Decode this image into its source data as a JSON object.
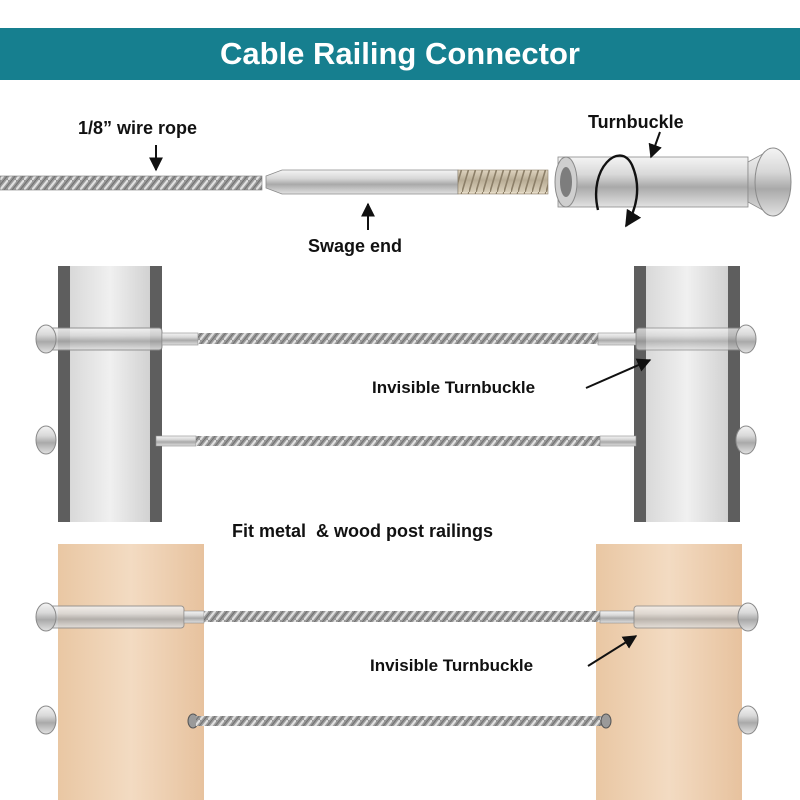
{
  "banner": {
    "title": "Cable Railing Connector",
    "color": "#167f8f"
  },
  "parts": {
    "wire_rope_label": "1/8” wire rope",
    "turnbuckle_label": "Turnbuckle",
    "swage_end_label": "Swage end"
  },
  "metal_section": {
    "callout": "Invisible Turnbuckle"
  },
  "caption": "Fit metal  & wood post railings",
  "wood_section": {
    "callout": "Invisible Turnbuckle"
  },
  "colors": {
    "steel": "#c8c8c8",
    "wood": "#f0d3b6",
    "metal_post": "#cfcfcf"
  }
}
